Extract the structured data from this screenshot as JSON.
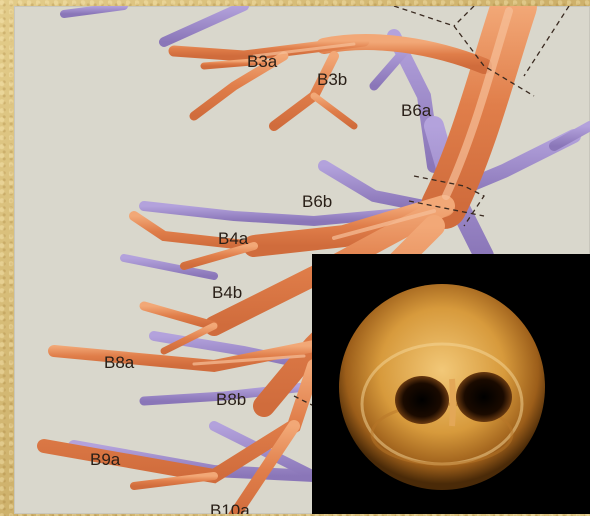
{
  "labels": {
    "b3a": "B3a",
    "b3b": "B3b",
    "b6a": "B6a",
    "b6b": "B6b",
    "b4a": "B4a",
    "b4b": "B4b",
    "b8a": "B8a",
    "b8b": "B8b",
    "b9a": "B9a",
    "b10a": "B10a"
  },
  "colors": {
    "bronchus": "#e58a55",
    "bronchus_highlight": "#f6b182",
    "vessel": "#9a86c6",
    "background": "#d9d7cc",
    "frame": "#d8c07a"
  }
}
